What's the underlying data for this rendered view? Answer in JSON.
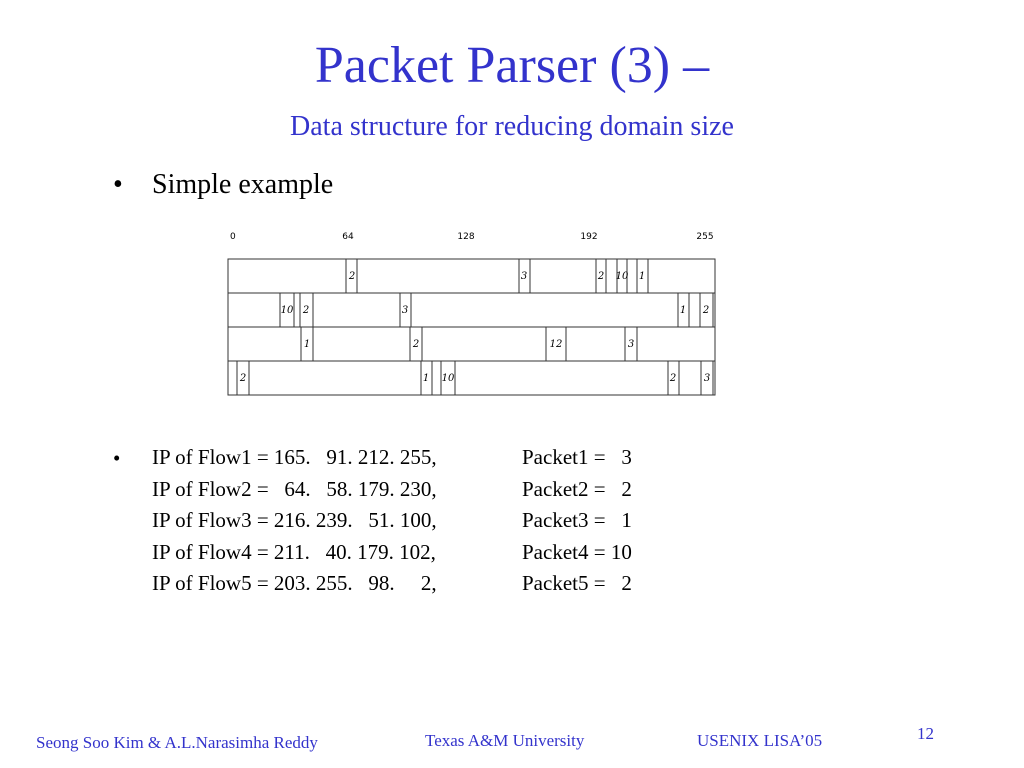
{
  "slide": {
    "title": "Packet Parser (3) –",
    "subtitle": "Data structure for reducing domain size",
    "bullet1": "Simple example",
    "bullet_marker": "•"
  },
  "diagram": {
    "ticks": [
      "0",
      "64",
      "128",
      "192",
      "255"
    ],
    "rows": [
      {
        "dividers": [
          118,
          129,
          291,
          302,
          368,
          378,
          389,
          399,
          409,
          420
        ],
        "labels": [
          {
            "text": "2",
            "at": 124
          },
          {
            "text": "3",
            "at": 296
          },
          {
            "text": "2",
            "at": 373
          },
          {
            "text": "10",
            "at": 394
          },
          {
            "text": "1",
            "at": 414
          }
        ]
      },
      {
        "dividers": [
          52,
          66,
          72,
          85,
          172,
          183,
          450,
          461,
          472,
          485
        ],
        "labels": [
          {
            "text": "10",
            "at": 59
          },
          {
            "text": "2",
            "at": 78
          },
          {
            "text": "3",
            "at": 177
          },
          {
            "text": "1",
            "at": 455
          },
          {
            "text": "2",
            "at": 478
          }
        ]
      },
      {
        "dividers": [
          73,
          85,
          182,
          194,
          318,
          338,
          397,
          409
        ],
        "labels": [
          {
            "text": "1",
            "at": 79
          },
          {
            "text": "2",
            "at": 188
          },
          {
            "text": "12",
            "at": 328
          },
          {
            "text": "3",
            "at": 403
          }
        ]
      },
      {
        "dividers": [
          9,
          21,
          193,
          204,
          213,
          227,
          440,
          451,
          473,
          485
        ],
        "labels": [
          {
            "text": "2",
            "at": 15
          },
          {
            "text": "1",
            "at": 198
          },
          {
            "text": "10",
            "at": 220
          },
          {
            "text": "2",
            "at": 445
          },
          {
            "text": "3",
            "at": 479
          }
        ]
      }
    ]
  },
  "flows": [
    {
      "ip": "IP of Flow1 = 165.   91. 212. 255,",
      "packet": "Packet1 =   3"
    },
    {
      "ip": "IP of Flow2 =   64.   58. 179. 230,",
      "packet": "Packet2 =   2"
    },
    {
      "ip": "IP of Flow3 = 216. 239.   51. 100,",
      "packet": "Packet3 =   1"
    },
    {
      "ip": "IP of Flow4 = 211.   40. 179. 102,",
      "packet": "Packet4 = 10"
    },
    {
      "ip": "IP of Flow5 = 203. 255.   98.     2,",
      "packet": "Packet5 =   2"
    }
  ],
  "footer": {
    "authors": "Seong Soo Kim & A.L.Narasimha Reddy",
    "university": "Texas A&M University",
    "conference": "USENIX LISA’05",
    "page_number": "12"
  },
  "colors": {
    "accent": "#3333cc",
    "text": "#000000",
    "diagram_line": "#333333"
  }
}
